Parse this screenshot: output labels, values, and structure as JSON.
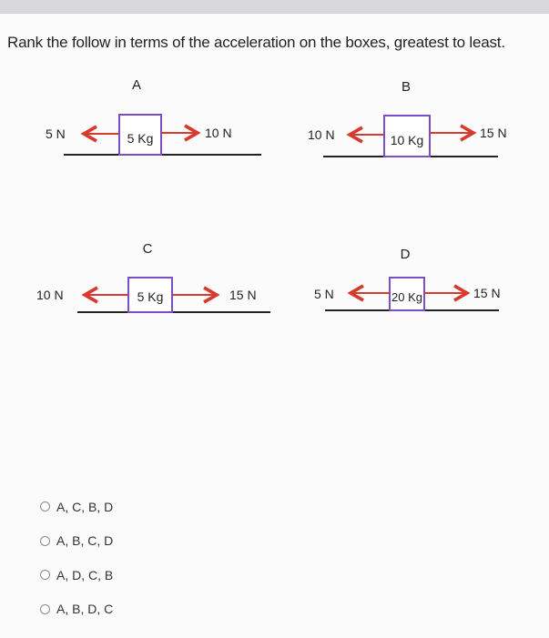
{
  "question": "Rank the follow in terms of the acceleration on the boxes, greatest to least.",
  "scenarios": [
    {
      "letter": "A",
      "box_label": "5 Kg",
      "left_force": "5 N",
      "right_force": "10 N"
    },
    {
      "letter": "B",
      "box_label": "10 Kg",
      "left_force": "10 N",
      "right_force": "15 N"
    },
    {
      "letter": "C",
      "box_label": "5 Kg",
      "left_force": "10 N",
      "right_force": "15 N"
    },
    {
      "letter": "D",
      "box_label": "20 Kg",
      "left_force": "5 N",
      "right_force": "15 N"
    }
  ],
  "options": [
    {
      "label": "A, C, B, D"
    },
    {
      "label": "A, B, C, D"
    },
    {
      "label": "A, D, C, B"
    },
    {
      "label": "A, B, D, C"
    }
  ],
  "colors": {
    "box": "#7b4fc4",
    "left_arrow": "#d93a2e",
    "right_arrow": "#d93a2e",
    "ground": "#222222"
  }
}
